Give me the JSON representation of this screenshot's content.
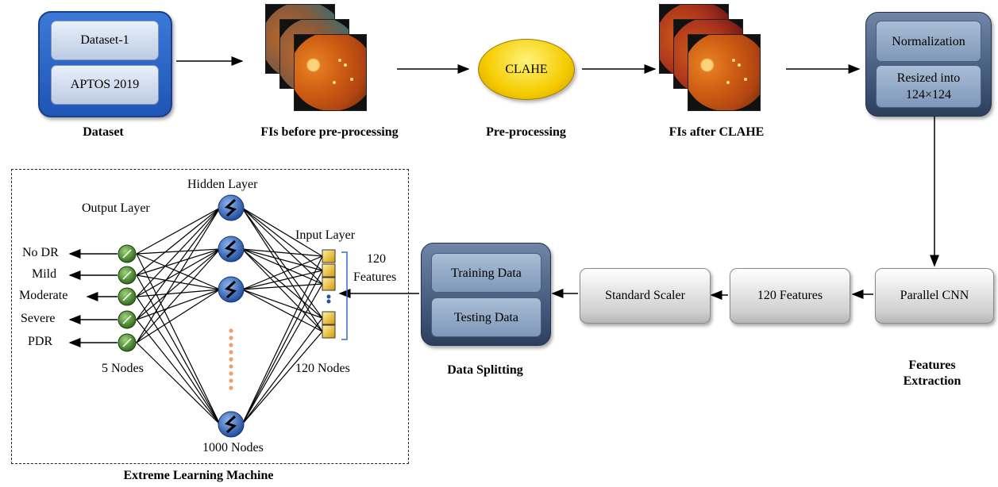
{
  "dataset_box": {
    "item1": "Dataset-1",
    "item2": "APTOS 2019",
    "caption": "Dataset"
  },
  "fis_before": {
    "caption": "FIs before pre-processing"
  },
  "clahe": {
    "label": "CLAHE",
    "caption": "Pre-processing"
  },
  "fis_after": {
    "caption": "FIs after CLAHE"
  },
  "normalize_box": {
    "item1": "Normalization",
    "item2_line1": "Resized into",
    "item2_line2": "124×124"
  },
  "parallel_cnn": {
    "label": "Parallel CNN",
    "caption_line1": "Features",
    "caption_line2": "Extraction"
  },
  "features_box": {
    "label": "120 Features"
  },
  "scaler_box": {
    "label": "Standard Scaler"
  },
  "split_box": {
    "item1": "Training Data",
    "item2": "Testing Data",
    "caption": "Data Splitting"
  },
  "elm": {
    "caption": "Extreme Learning Machine",
    "hidden_layer": "Hidden Layer",
    "output_layer": "Output Layer",
    "input_layer": "Input Layer",
    "features_count": "120",
    "features_word": "Features",
    "outputs": [
      "No DR",
      "Mild",
      "Moderate",
      "Severe",
      "PDR"
    ],
    "output_nodes_label": "5 Nodes",
    "hidden_nodes_label": "1000 Nodes",
    "input_nodes_label": "120 Nodes"
  },
  "colors": {
    "dark_box": "#3e5577",
    "clahe_fill": "#f5cc00",
    "node_green": "#4f8a2e",
    "node_blue": "#2f5fb0",
    "input_node": "#e0ad10",
    "dots": "#f0a070"
  }
}
